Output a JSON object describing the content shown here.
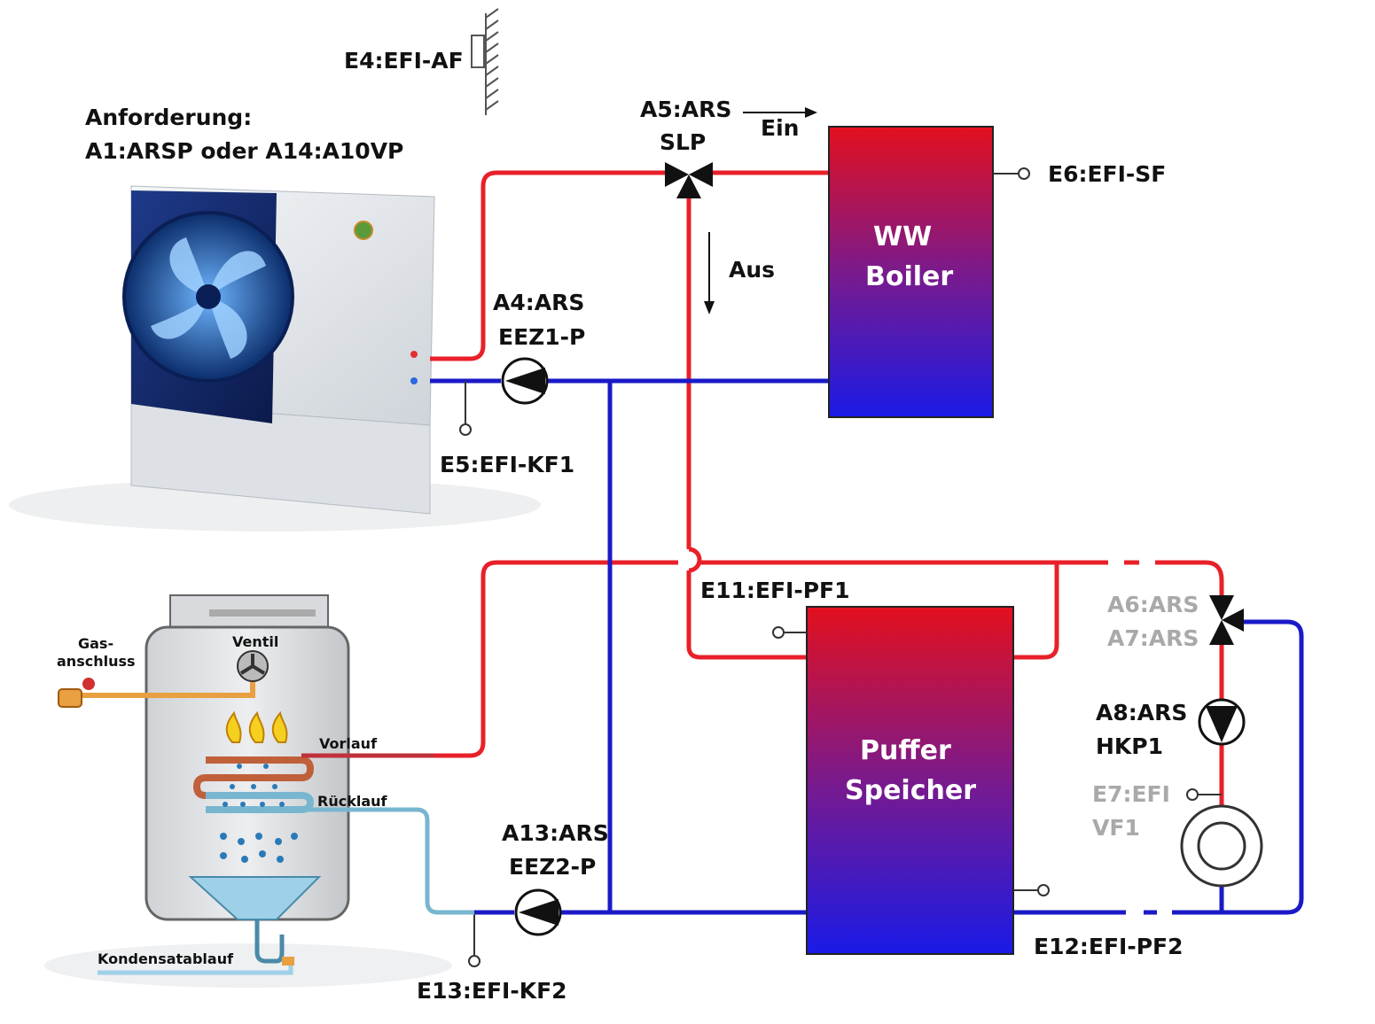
{
  "labels": {
    "e4": "E4:EFI-AF",
    "anforderung_1": "Anforderung:",
    "anforderung_2": "A1:ARSP oder A14:A10VP",
    "a5_1": "A5:ARS",
    "a5_2": "SLP",
    "ein": "Ein",
    "aus": "Aus",
    "e6": "E6:EFI-SF",
    "ww_1": "WW",
    "ww_2": "Boiler",
    "a4_1": "A4:ARS",
    "a4_2": "EEZ1-P",
    "e5": "E5:EFI-KF1",
    "e11": "E11:EFI-PF1",
    "a6": "A6:ARS",
    "a7": "A7:ARS",
    "a8_1": "A8:ARS",
    "a8_2": "HKP1",
    "e7_1": "E7:EFI",
    "e7_2": "VF1",
    "puffer_1": "Puffer",
    "puffer_2": "Speicher",
    "a13_1": "A13:ARS",
    "a13_2": "EEZ2-P",
    "e12": "E12:EFI-PF2",
    "e13": "E13:EFI-KF2",
    "gas_1": "Gas-",
    "gas_2": "anschluss",
    "ventil": "Ventil",
    "vorlauf": "Vorlauf",
    "ruecklauf": "Rücklauf",
    "kondensat": "Kondensatablauf"
  },
  "colors": {
    "supply": "#e8202a",
    "return": "#1a1ac8",
    "tank_top": "#e3101e",
    "tank_mid": "#7a1a8c",
    "tank_bottom": "#1a1ae6",
    "grey_label": "#a9a9a9",
    "gas_pipe": "#e8a040",
    "condensate": "#9ed0e8"
  },
  "icons": {
    "pump": "pump-icon",
    "mixer_valve": "three-way-valve-icon",
    "sensor": "temperature-sensor-icon",
    "heat_pump": "heat-pump-unit-icon",
    "gas_boiler": "gas-condensing-boiler-icon"
  }
}
